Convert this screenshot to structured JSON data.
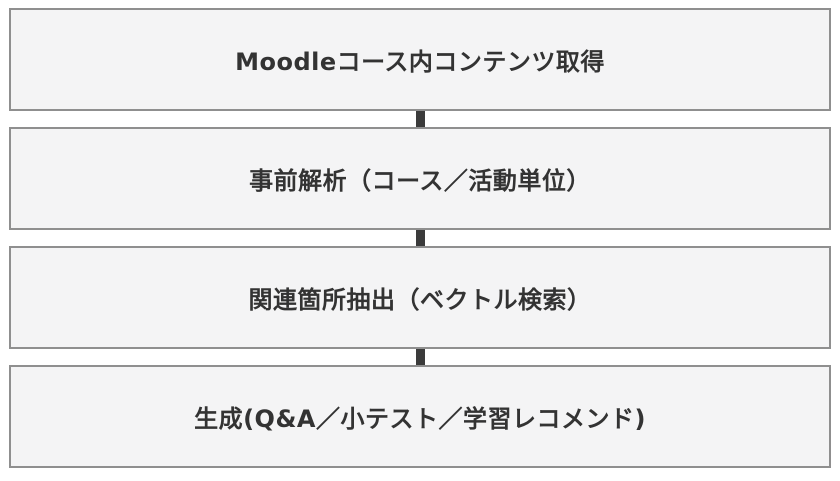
{
  "flowchart": {
    "colors": {
      "background": "#ffffff",
      "box_fill": "#f4f4f5",
      "box_border": "#8f8f8f",
      "connector": "#3b3b3b",
      "text": "#333333"
    },
    "steps": [
      {
        "label": "Moodleコース内コンテンツ取得"
      },
      {
        "label": "事前解析（コース／活動単位）"
      },
      {
        "label": "関連箇所抽出（ベクトル検索）"
      },
      {
        "label": "生成(Q&A／小テスト／学習レコメンド)"
      }
    ]
  }
}
